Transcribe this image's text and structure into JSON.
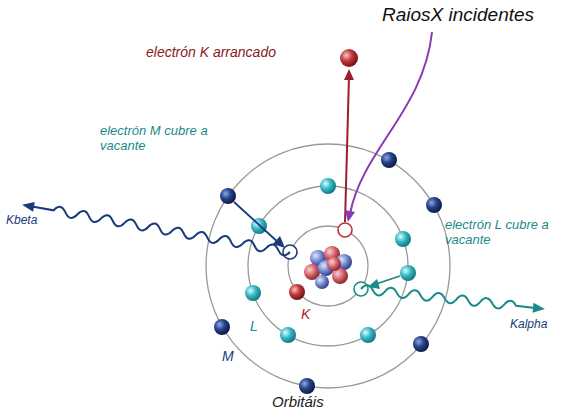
{
  "diagram": {
    "labels": [
      "RaiosX incidentes",
      "electrón K arrancado",
      "electrón M cubre a vacante",
      "Kbeta",
      "electrón L cubre a vacante",
      "Kalpha",
      "K",
      "L",
      "M",
      "Orbitáis"
    ]
  }
}
